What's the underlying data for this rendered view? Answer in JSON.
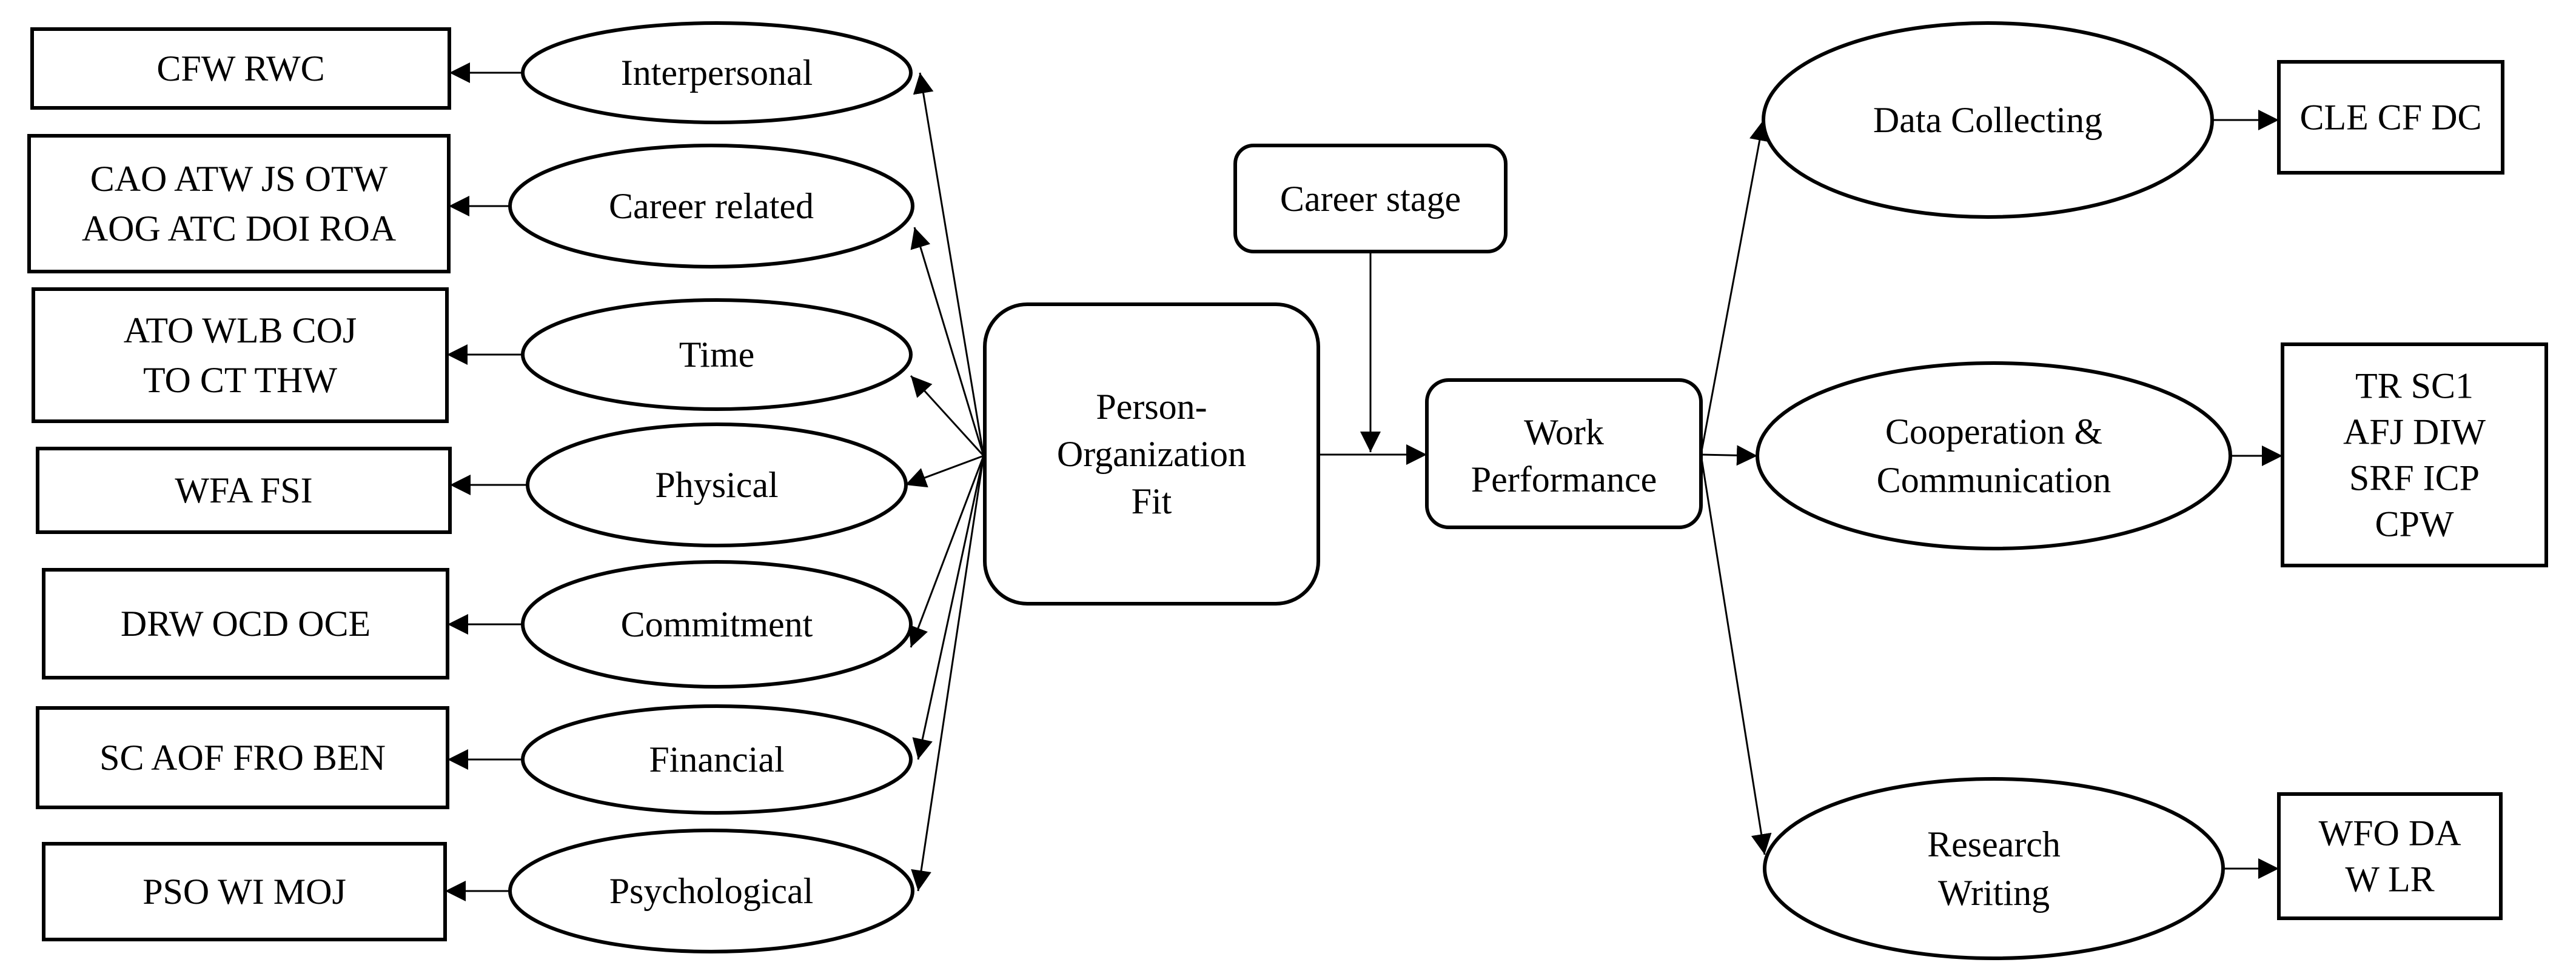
{
  "diagram": {
    "left_factors": [
      {
        "label": "Interpersonal",
        "codes": [
          "CFW RWC"
        ]
      },
      {
        "label": "Career related",
        "codes": [
          "CAO ATW JS OTW",
          "AOG ATC DOI ROA"
        ]
      },
      {
        "label": "Time",
        "codes": [
          "ATO WLB COJ",
          "TO CT THW"
        ]
      },
      {
        "label": "Physical",
        "codes": [
          "WFA FSI"
        ]
      },
      {
        "label": "Commitment",
        "codes": [
          "DRW OCD OCE"
        ]
      },
      {
        "label": "Financial",
        "codes": [
          "SC AOF FRO BEN"
        ]
      },
      {
        "label": "Psychological",
        "codes": [
          "PSO WI MOJ"
        ]
      }
    ],
    "center": {
      "label": [
        "Person-",
        "Organization",
        "Fit"
      ]
    },
    "moderator": {
      "label": "Career stage"
    },
    "outcome": {
      "label": [
        "Work",
        "Performance"
      ]
    },
    "right_factors": [
      {
        "label": [
          "Data Collecting"
        ],
        "codes": [
          "CLE CF DC"
        ]
      },
      {
        "label": [
          "Cooperation &",
          "Communication"
        ],
        "codes": [
          "TR SC1",
          "AFJ DIW",
          "SRF ICP",
          "CPW"
        ]
      },
      {
        "label": [
          "Research",
          "Writing"
        ],
        "codes": [
          "WFO DA",
          "W LR"
        ]
      }
    ]
  }
}
